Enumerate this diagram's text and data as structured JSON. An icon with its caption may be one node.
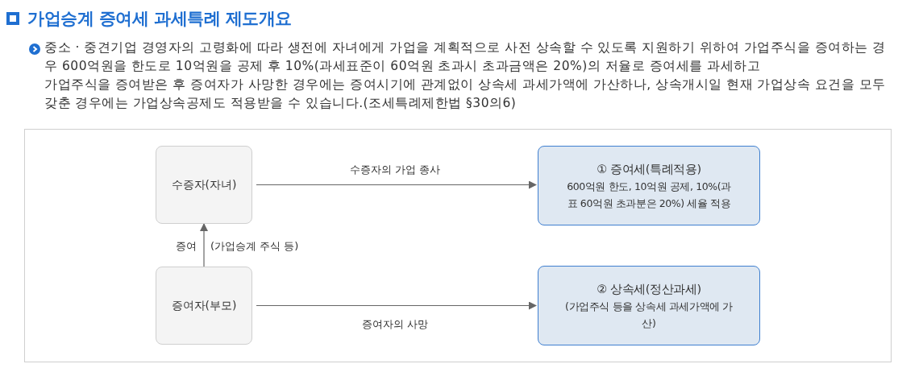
{
  "diagram": {
    "title": "가업승계 증여세 과세특례 제도개요",
    "nodes": [
      {
        "text": [
          "수증자(자녀)"
        ]
      },
      {
        "text": [
          "증여자(부모)"
        ]
      },
      {
        "text": [
          "① 증여세(특례적용)",
          "600억원 한도, 10억원 공제, 10%(과표 60억원 초과분은 20%) 세율 적용"
        ]
      },
      {
        "text": [
          "② 상속세(정산과세)",
          "(가업주식 등을 상속세 과세가액에 가산)"
        ]
      }
    ],
    "edges": [
      {
        "from": 0,
        "to": 2,
        "arrow": "to",
        "label": "수증자의 가업 종사"
      },
      {
        "from": 1,
        "to": 0,
        "arrow": "to",
        "label": "증여"
      },
      {
        "from": 1,
        "to": 3,
        "arrow": "to",
        "label": "증여자의 사망"
      }
    ],
    "labels": [
      "중소 · 중견기업 경영자의 고령화에 따라 생전에 자녀에게 가업을 계획적으로 사전 상속할 수 있도록 지원하기 위하여 가업주식을 증여하는 경우 600억원을 한도로 10억원을 공제 후 10%(과세표준이 60억원 초과시 초과금액은 20%)의 저율로 증여세를 과세하고",
      "가업주식을 증여받은 후 증여자가 사망한 경우에는 증여시기에 관계없이 상속세 과세가액에 가산하나, 상속개시일 현재 가업상속 요건을 모두 갖춘 경우에는 가업상속공제도 적용받을 수 있습니다.(조세특례제한법 §30의6)",
      "(가업승계 주식 등)"
    ]
  }
}
